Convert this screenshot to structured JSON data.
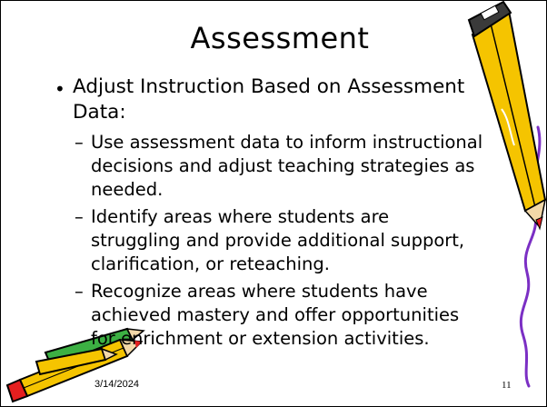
{
  "slide": {
    "title": "Assessment",
    "bullet": {
      "symbol": "•",
      "lines": [
        "Adjust Instruction Based on Assessment",
        "Data:"
      ]
    },
    "sub_items": [
      {
        "dash": "–",
        "lines": [
          "Use assessment data to inform instructional",
          "decisions and adjust teaching strategies as",
          "needed."
        ]
      },
      {
        "dash": "–",
        "lines": [
          "Identify areas where students are",
          "struggling and provide additional support,",
          "clarification, or reteaching."
        ]
      },
      {
        "dash": "–",
        "lines": [
          "Recognize areas where students have",
          "achieved mastery and offer opportunities",
          "for enrichment or extension activities."
        ]
      }
    ],
    "footer": {
      "date": "3/14/2024",
      "page_number": "11"
    },
    "decorations": {
      "pencil_color": "#f5c400",
      "pencil_tip_color": "#e41f1f",
      "squiggle_color": "#7b2fc4",
      "icons": [
        "pencil-top-right-icon",
        "pencils-bottom-left-icon",
        "purple-squiggle-line"
      ]
    }
  }
}
